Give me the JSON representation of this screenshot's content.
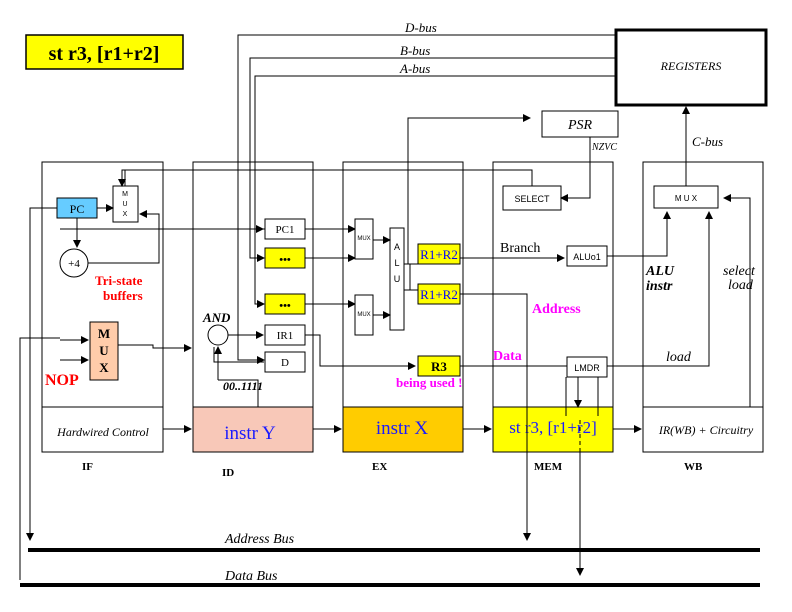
{
  "title_box": "st r3, [r1+r2]",
  "buses": {
    "d_bus": "D-bus",
    "b_bus": "B-bus",
    "a_bus": "A-bus",
    "c_bus": "C-bus",
    "address_bus": "Address Bus",
    "data_bus": "Data Bus"
  },
  "blocks": {
    "registers": "REGISTERS",
    "psr": "PSR",
    "nzvc": "NZVC",
    "select": "SELECT",
    "pc": "PC",
    "plus4": "+4",
    "mux_small": "M U X",
    "mux_big": "M U X",
    "mux_wb": "M U X",
    "alu": "A L U",
    "pc1": "PC1",
    "ir1": "IR1",
    "d": "D",
    "dots1": "•••",
    "dots2": "•••",
    "r1r2_a": "R1+R2",
    "r1r2_b": "R1+R2",
    "r3": "R3",
    "aluo1": "ALUo1",
    "lmdr": "LMDR"
  },
  "labels": {
    "tristate1": "Tri-state",
    "tristate2": "buffers",
    "and": "AND",
    "nop": "NOP",
    "const": "00..1111",
    "branch": "Branch",
    "address": "Address",
    "data": "Data",
    "being_used": "being used !",
    "alu_instr1": "ALU",
    "alu_instr2": "instr",
    "select_load1": "select",
    "select_load2": "load",
    "load": "load"
  },
  "stage_bottom": {
    "if": "Hardwired Control",
    "id": "instr Y",
    "ex": "instr X",
    "mem": "st r3, [r1+r2]",
    "wb": "IR(WB) + Circuitry"
  },
  "stage_names": {
    "if": "IF",
    "id": "ID",
    "ex": "EX",
    "mem": "MEM",
    "wb": "WB"
  },
  "colors": {
    "yellow": "#ffff00",
    "id_pink": "#f8c8b8",
    "ex_orange": "#ffcc00",
    "pc_blue": "#66ccff",
    "mux_salmon": "#ffccaa",
    "red": "#ff0000",
    "magenta": "#ff00ff",
    "blue": "#0000ff",
    "navy": "#1a1aff"
  }
}
